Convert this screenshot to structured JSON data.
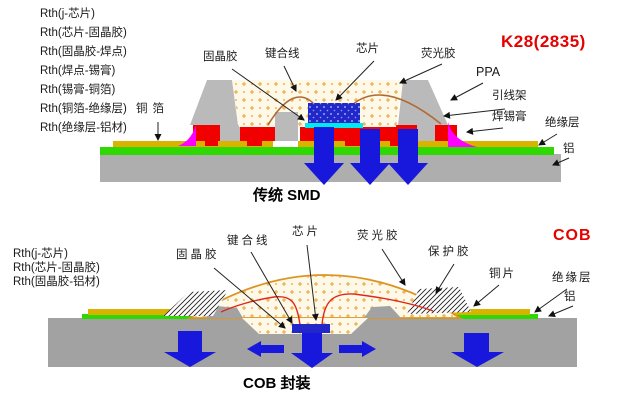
{
  "smd": {
    "badge": "K28(2835)",
    "caption": "传统 SMD",
    "rth_list": [
      "Rth(j-芯片)",
      "Rth(芯片-固晶胶)",
      "Rth(固晶胶-焊点)",
      "Rth(焊点-锡膏)",
      "Rth(锡膏-铜箔)",
      "Rth(铜箔-绝缘层)",
      "Rth(绝缘层-铝材)"
    ],
    "labels": {
      "copper_foil": "铜箔",
      "die_attach": "固晶胶",
      "bond_wire": "键合线",
      "chip": "芯片",
      "phosphor": "荧光胶",
      "ppa": "PPA",
      "lead_frame": "引线架",
      "solder_paste": "焊锡膏",
      "insulation": "绝缘层",
      "aluminum": "铝"
    }
  },
  "cob": {
    "badge": "COB",
    "caption": "COB 封装",
    "rth_list": [
      "Rth(j-芯片)",
      "Rth(芯片-固晶胶)",
      "Rth(固晶胶-铝材)"
    ],
    "labels": {
      "die_attach": "固晶胶",
      "bond_wire": "键合线",
      "chip": "芯片",
      "phosphor": "荧光胶",
      "protective_glue": "保护胶",
      "copper_sheet": "铜片",
      "insulation": "绝缘层",
      "aluminum": "铝"
    }
  },
  "colors": {
    "badge_red": "#e60000",
    "aluminum_gray": "#aeaeae",
    "aluminum_gray_dark": "#a2a2a2",
    "ppa_gray": "#bababa",
    "insulation_green": "#2fd800",
    "copper_yellow": "#d9b300",
    "lead_frame_red": "#f10000",
    "solder_magenta": "#ff00ff",
    "heat_arrow_blue": "#1818dd",
    "die_attach_cyan": "#00e8f0",
    "chip_blue": "#2127c9",
    "chip_dot_blue": "#8fa8f5",
    "phosphor_cream": "#fdf8e8",
    "phosphor_dot_orange": "#e9a22e",
    "dome_outline_orange": "#dd9422",
    "wire_brown": "#b06a30",
    "wire_red": "#e02818",
    "hatch_black": "#222222"
  }
}
